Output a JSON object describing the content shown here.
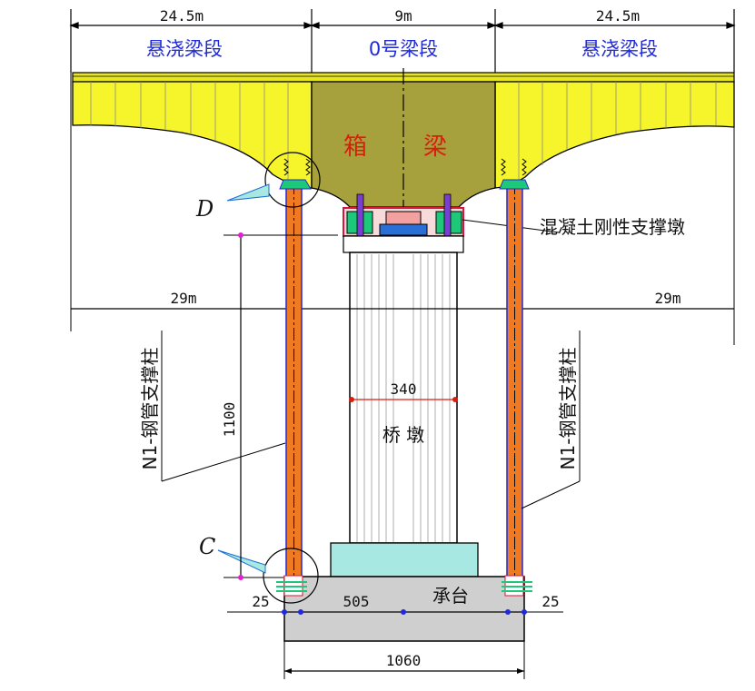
{
  "dimensions_top": {
    "left": "24.5m",
    "middle": "9m",
    "right": "24.5m"
  },
  "segments": {
    "left": "悬浇梁段",
    "middle": "0号梁段",
    "right": "悬浇梁段"
  },
  "box_girder": {
    "char1": "箱",
    "char2": "梁"
  },
  "pier_label": "桥 墩",
  "cap_label": "承台",
  "support_pier_label": "混凝土刚性支撑墩",
  "steel_column_label": "N1-钢管支撑柱",
  "detail_labels": {
    "d": "D",
    "c": "C"
  },
  "dims": {
    "span_left": "29m",
    "span_right": "29m",
    "height": "1100",
    "pier_width": "340",
    "left_offset": "25",
    "right_offset": "25",
    "half_cap": "505",
    "cap_width": "1060"
  },
  "colors": {
    "cantilever": "#f6f42a",
    "zero_block": "#a6a13c",
    "column": "#f07a22",
    "cap_plinth": "#a8e8e2",
    "cap": "#cfcfcf",
    "support_green": "#1ec87a",
    "support_pink": "#f2a0a0",
    "accent_blue": "#1f2ad8"
  }
}
